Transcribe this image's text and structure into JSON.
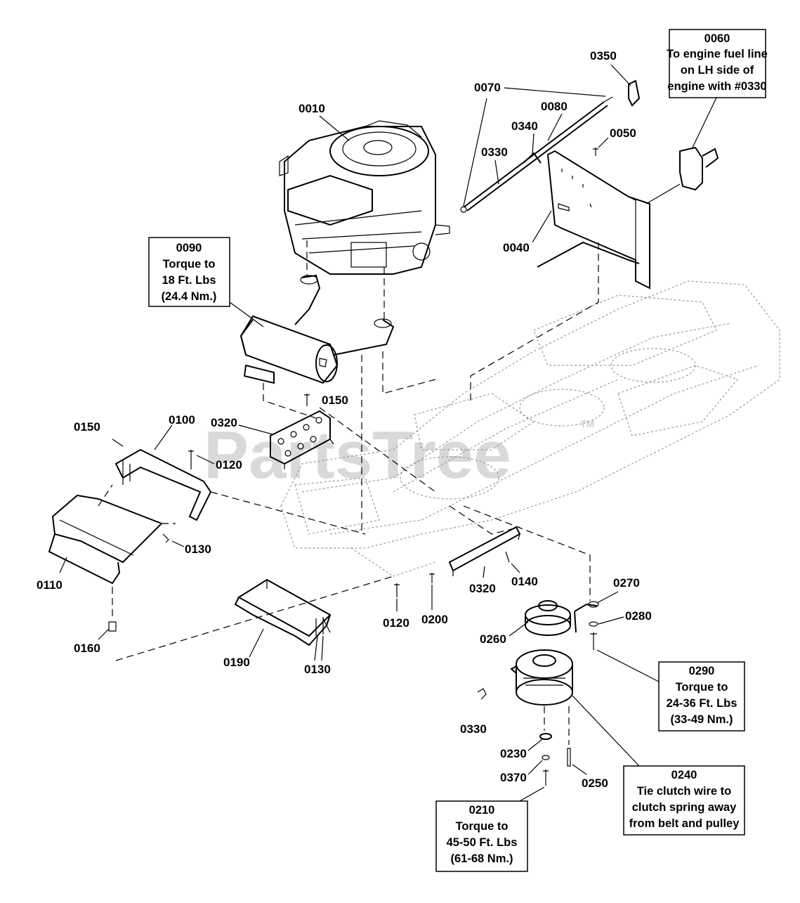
{
  "watermark": {
    "text": "PartsTree",
    "tm": "TM"
  },
  "callouts": {
    "c0010": "0010",
    "c0040": "0040",
    "c0050": "0050",
    "c0070": "0070",
    "c0080": "0080",
    "c0100": "0100",
    "c0110": "0110",
    "c0120a": "0120",
    "c0120b": "0120",
    "c0130a": "0130",
    "c0130b": "0130",
    "c0140": "0140",
    "c0150a": "0150",
    "c0150b": "0150",
    "c0160": "0160",
    "c0190": "0190",
    "c0200": "0200",
    "c0230": "0230",
    "c0250": "0250",
    "c0260": "0260",
    "c0270": "0270",
    "c0280": "0280",
    "c0320a": "0320",
    "c0320b": "0320",
    "c0330a": "0330",
    "c0330b": "0330",
    "c0340": "0340",
    "c0350": "0350",
    "c0370": "0370"
  },
  "notes": {
    "n0060": {
      "id": "0060",
      "lines": [
        "To engine fuel line",
        "on LH side of",
        "engine with #0330"
      ]
    },
    "n0090": {
      "id": "0090",
      "lines": [
        "Torque to",
        "18 Ft. Lbs",
        "(24.4 Nm.)"
      ]
    },
    "n0290": {
      "id": "0290",
      "lines": [
        "Torque to",
        "24-36 Ft. Lbs",
        "(33-49 Nm.)"
      ]
    },
    "n0240": {
      "id": "0240",
      "lines": [
        "Tie clutch wire to",
        "clutch spring away",
        "from belt and pulley"
      ]
    },
    "n0210": {
      "id": "0210",
      "lines": [
        "Torque to",
        "45-50 Ft. Lbs",
        "(61-68 Nm.)"
      ]
    }
  }
}
